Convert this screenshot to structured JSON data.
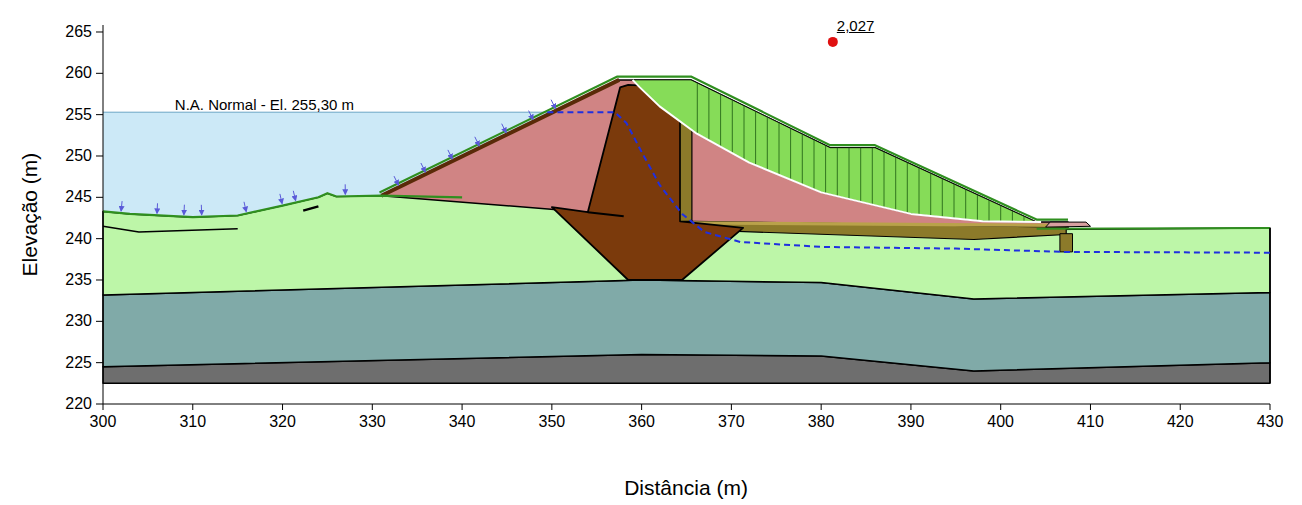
{
  "diagram": {
    "labels": [
      "2,027",
      "N.A. Normal - El. 255,30 m",
      "Elevação (m)",
      "Distância (m)",
      "265",
      "260",
      "255",
      "250",
      "245",
      "240",
      "235",
      "230",
      "225",
      "220",
      "300",
      "310",
      "320",
      "330",
      "340",
      "350",
      "360",
      "370",
      "380",
      "390",
      "400",
      "410",
      "420",
      "430"
    ]
  }
}
